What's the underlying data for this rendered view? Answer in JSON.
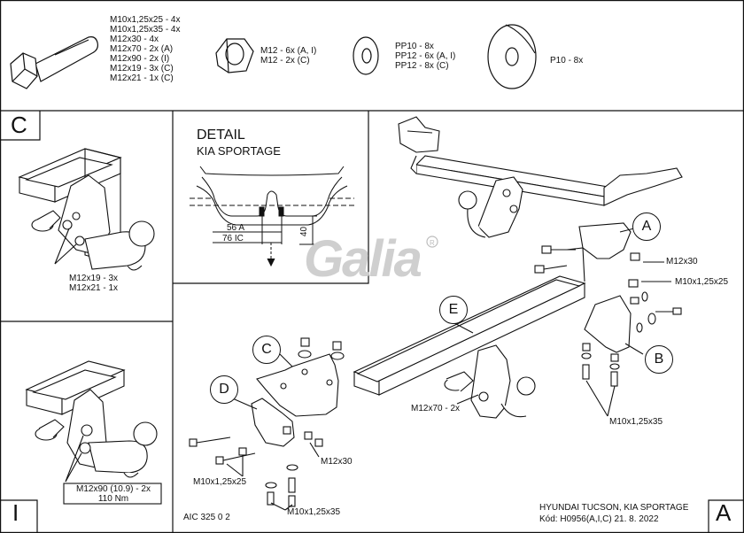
{
  "parts": {
    "bolts": [
      "M10x1,25x25 - 4x",
      "M10x1,25x35 - 4x",
      "M12x30 - 4x",
      "M12x70 - 2x (A)",
      "M12x90 - 2x (I)",
      "M12x19 - 3x (C)",
      "M12x21 - 1x (C)"
    ],
    "nuts": [
      "M12 - 6x (A, I)",
      "M12 - 2x (C)"
    ],
    "washers": [
      "PP10 - 8x",
      "PP12 - 6x (A, I)",
      "PP12 - 8x (C)"
    ],
    "plate_washer": "P10 - 8x"
  },
  "panel_c": {
    "letter": "C",
    "bolts": [
      "M12x19 - 3x",
      "M12x21 - 1x"
    ]
  },
  "panel_i": {
    "letter": "I",
    "bolt": "M12x90 (10.9) - 2x",
    "torque": "110 Nm"
  },
  "detail": {
    "title": "DETAIL",
    "subtitle": "KIA SPORTAGE",
    "dim_a": "56 A",
    "dim_ic": "76 IC",
    "dim_v": "40"
  },
  "logo": "Galia",
  "main": {
    "circles": [
      "A",
      "B",
      "C",
      "D",
      "E"
    ],
    "labels": {
      "m12x30_top": "M12x30",
      "m10x25_top": "M10x1,25x25",
      "m12x70": "M12x70 - 2x",
      "m10x35_right": "M10x1,25x35",
      "m12x30_bottom": "M12x30",
      "m10x25_bottom": "M10x1,25x25",
      "m10x35_bottom": "M10x1,25x35"
    }
  },
  "footer": {
    "code": "AIC 325 0 2",
    "vehicle": "HYUNDAI  TUCSON, KIA SPORTAGE",
    "kod": "Kód: H0956(A,I,C)  21. 8. 2022",
    "corner_letter": "A"
  }
}
